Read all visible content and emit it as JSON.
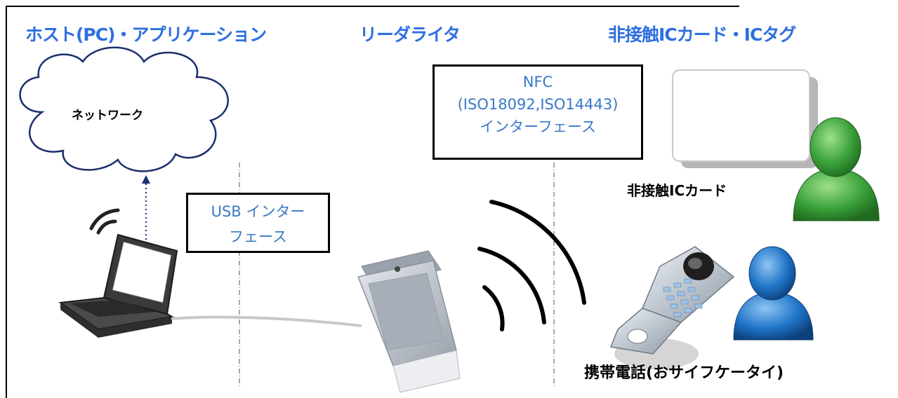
{
  "headings": {
    "host": "ホスト(PC)・アプリケーション",
    "reader": "リーダライタ",
    "ic": "非接触ICカード・ICタグ"
  },
  "cloud": {
    "label": "ネットワーク"
  },
  "nfc_box": {
    "line1": "NFC",
    "line2": "(ISO18092,ISO14443)",
    "line3": "インターフェース"
  },
  "usb_box": {
    "line1": "USB インター",
    "line2": "フェース"
  },
  "card": {
    "label": "非接触ICカード"
  },
  "phone": {
    "label": "携帯電話(おサイフケータイ)"
  },
  "colors": {
    "heading_blue": "#2f6fe0",
    "box_text_blue": "#3a78c6",
    "person_green": "#3aa23a",
    "person_blue": "#1f74c8"
  },
  "icons": [
    "cloud-icon",
    "laptop-icon",
    "wifi-icon",
    "card-reader-icon",
    "contactless-card-icon",
    "person-green-icon",
    "mobile-phone-icon",
    "person-blue-icon",
    "radio-waves-icon"
  ]
}
